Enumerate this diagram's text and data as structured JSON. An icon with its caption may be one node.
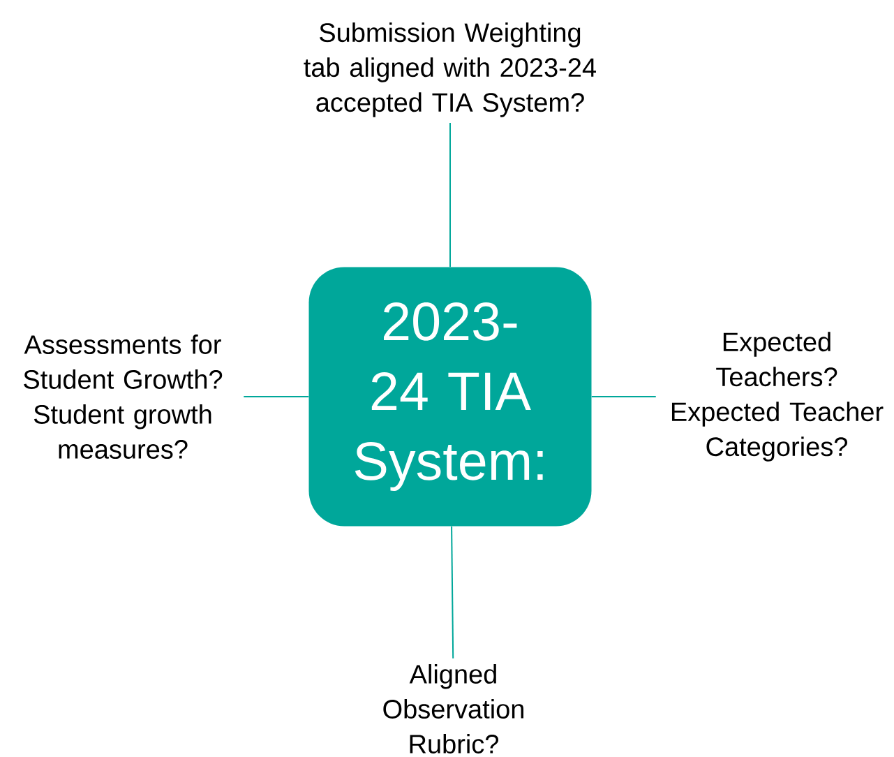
{
  "diagram": {
    "nodes": [
      {
        "text": [
          "2023-24 TIA System:"
        ]
      },
      {
        "text": [
          "Submission Weighting tab aligned with 2023-24 accepted TIA System?"
        ]
      },
      {
        "text": [
          "Assessments for Student Growth? Student growth measures?"
        ]
      },
      {
        "text": [
          "Expected Teachers? Expected Teacher Categories?"
        ]
      },
      {
        "text": [
          "Aligned Observation Rubric?"
        ]
      }
    ],
    "edges": [
      {
        "from": 0,
        "to": 1,
        "arrow": "none"
      },
      {
        "from": 0,
        "to": 2,
        "arrow": "none"
      },
      {
        "from": 0,
        "to": 3,
        "arrow": "none"
      },
      {
        "from": 0,
        "to": 4,
        "arrow": "none"
      }
    ]
  }
}
